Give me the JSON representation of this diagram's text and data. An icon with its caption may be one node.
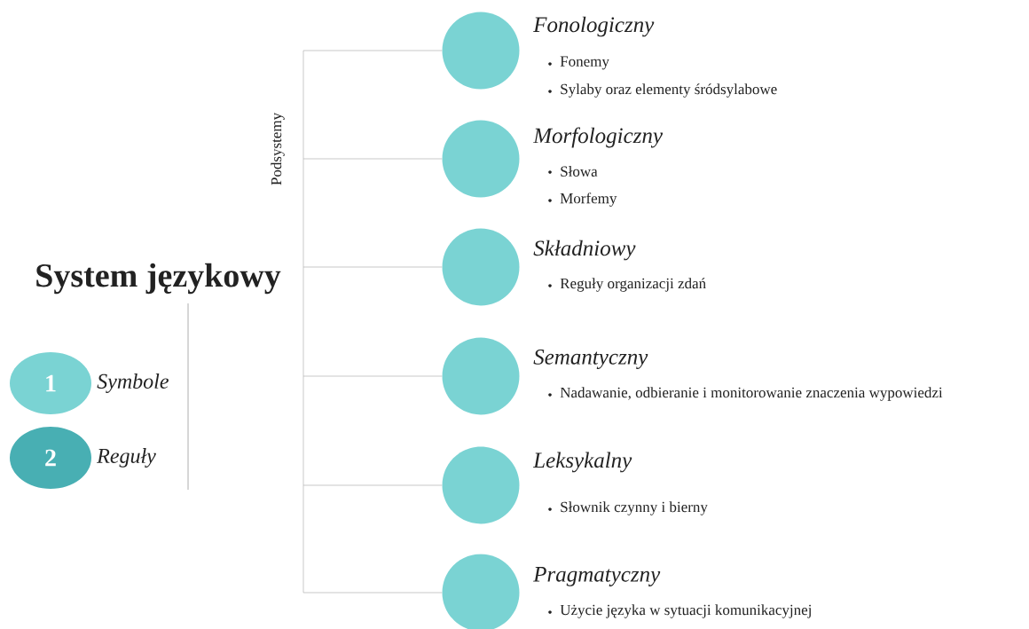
{
  "diagram": {
    "title": "System językowy",
    "nodes": [
      {
        "text": [
          "1"
        ],
        "beside": [
          "Symbole"
        ]
      },
      {
        "text": [
          "2"
        ],
        "beside": [
          "Reguły"
        ]
      },
      {
        "text": [],
        "shape": "circle",
        "beside": [
          "Fonologiczny",
          "Fonemy",
          "Sylaby oraz elementy śródsylabowe"
        ]
      },
      {
        "text": [],
        "shape": "circle",
        "beside": [
          "Morfologiczny",
          "Słowa",
          "Morfemy"
        ]
      },
      {
        "text": [],
        "shape": "circle",
        "beside": [
          "Składniowy",
          "Reguły organizacji zdań"
        ]
      },
      {
        "text": [],
        "shape": "circle",
        "beside": [
          "Semantyczny",
          "Nadawanie, odbieranie i monitorowanie znaczenia wypowiedzi"
        ]
      },
      {
        "text": [],
        "shape": "circle",
        "beside": [
          "Leksykalny",
          "Słownik czynny i bierny"
        ]
      },
      {
        "text": [],
        "shape": "circle",
        "beside": [
          "Pragmatyczny",
          "Użycie języka w sytuacji komunikacyjnej"
        ]
      }
    ],
    "edges": [
      {
        "from": null,
        "to": 2,
        "arrow": "none"
      },
      {
        "from": null,
        "to": 3,
        "arrow": "none"
      },
      {
        "from": null,
        "to": 4,
        "arrow": "none"
      },
      {
        "from": null,
        "to": 5,
        "arrow": "none"
      },
      {
        "from": null,
        "to": 6,
        "arrow": "none"
      },
      {
        "from": null,
        "to": 7,
        "arrow": "none"
      }
    ],
    "labels": [
      "Podsystemy"
    ]
  }
}
